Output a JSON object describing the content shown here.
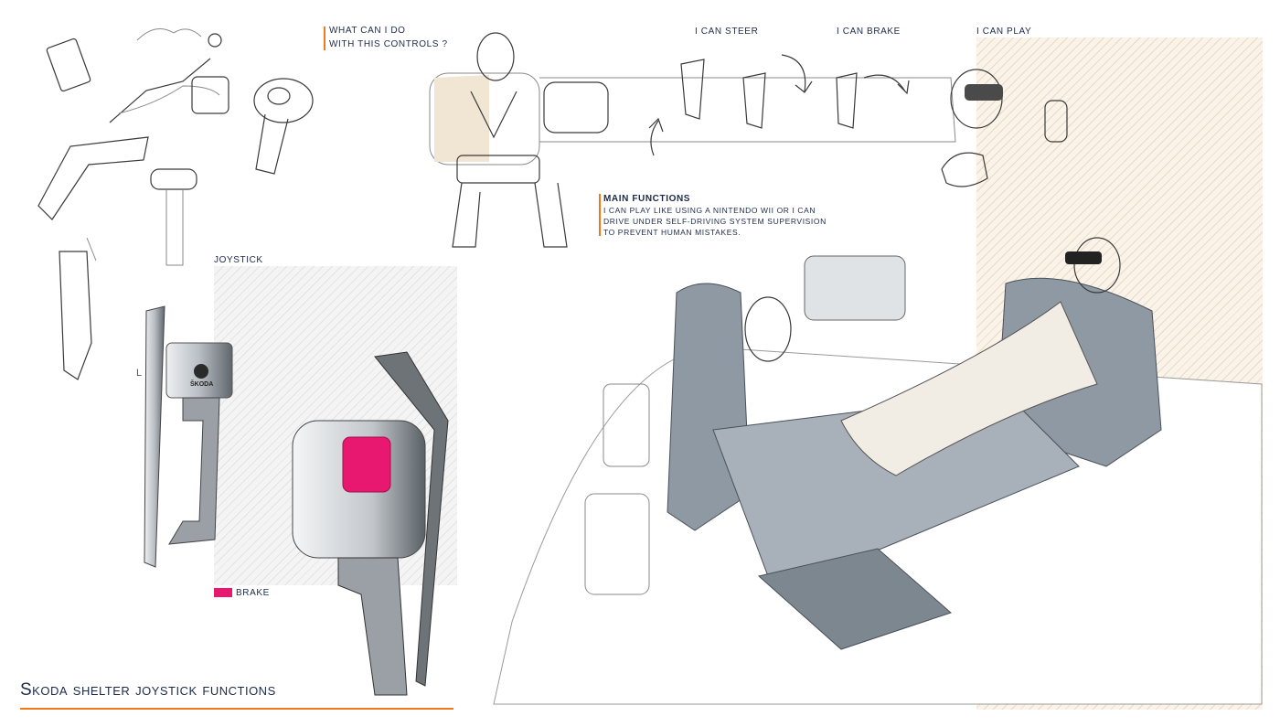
{
  "question": {
    "line1": "What can I do",
    "line2": "with this controls ?"
  },
  "functions": {
    "steer": "I can steer",
    "brake": "I can brake",
    "play": "I can play"
  },
  "main_functions": {
    "heading": "Main functions",
    "line1": "I can play like using a Nintendo Wii or I can",
    "line2": "drive under self-driving system supervision",
    "line3": "to prevent human mistakes."
  },
  "joystick_label": "JOYSTICK",
  "legend": {
    "brake_label": "BRAKE",
    "brake_color": "#e8176f"
  },
  "joystick_markings": {
    "side_letter": "L",
    "brand": "ŠKODA"
  },
  "page_title": "Skoda shelter joystick functions",
  "colors": {
    "accent": "#f07a1a",
    "text": "#1c2a4a",
    "seat_grey": "#8e99a3",
    "tan": "#efe2cf"
  }
}
